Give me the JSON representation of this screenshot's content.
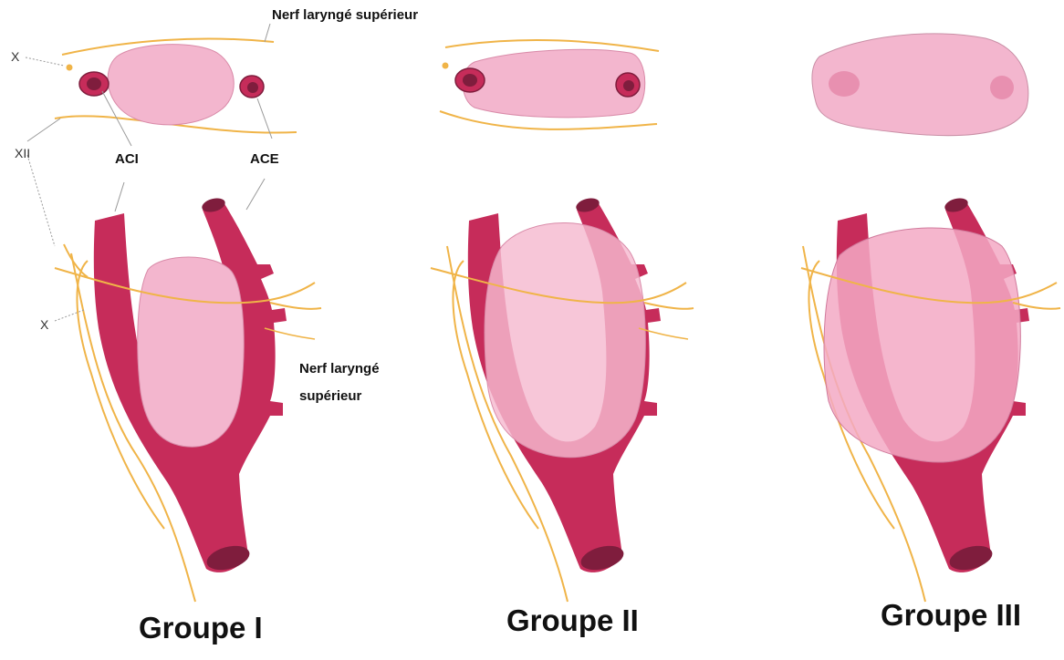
{
  "labels": {
    "nerf_top": "Nerf laryngé supérieur",
    "nerf_side_line1": "Nerf laryngé",
    "nerf_side_line2": "supérieur",
    "aci": "ACI",
    "ace": "ACE",
    "x_top": "X",
    "xii": "XII",
    "x_bottom": "X"
  },
  "groups": [
    {
      "label": "Groupe I"
    },
    {
      "label": "Groupe II"
    },
    {
      "label": "Groupe III"
    }
  ],
  "colors": {
    "artery": "#c62c5a",
    "artery_dark": "#7f1d3d",
    "tumor": "#f3b6ce",
    "tumor_overlay": "#f5b9cf",
    "nerve": "#f0b448",
    "leader": "#9a9a9a"
  }
}
